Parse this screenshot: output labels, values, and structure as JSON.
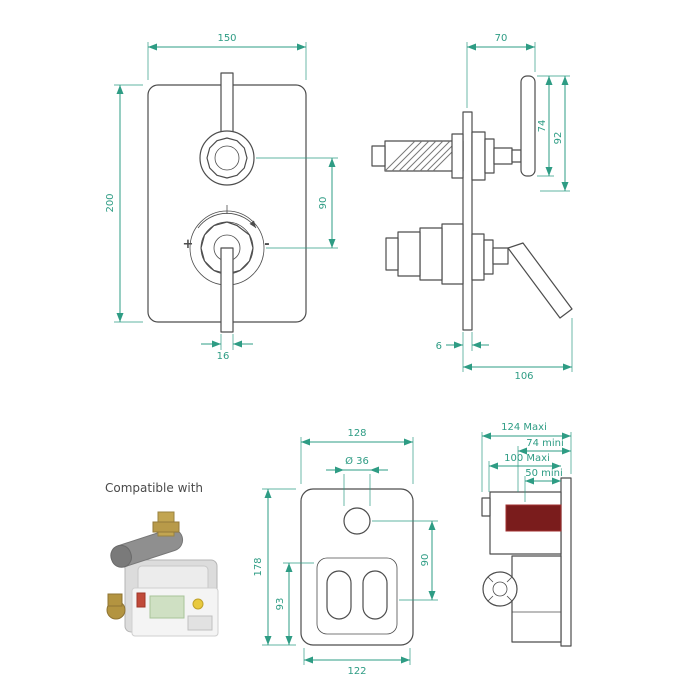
{
  "colors": {
    "dimension": "#2e9c84",
    "drawing": "#4d4d4d",
    "red_block": "#7a1c1c"
  },
  "front_view": {
    "width": "150",
    "height": "200",
    "spacing": "90",
    "lever_width": "16",
    "plus": "+",
    "minus": "-"
  },
  "side_view": {
    "projection": "70",
    "lever": "74",
    "height": "92",
    "plate": "6",
    "depth": "106"
  },
  "compatible": {
    "label": "Compatible with"
  },
  "box_front": {
    "width": "128",
    "hole": "Ø 36",
    "height": "178",
    "inner_height": "93",
    "hole_offset": "90",
    "bottom_width": "122"
  },
  "box_side": {
    "depth_max": "124  Maxi",
    "depth_min": "74 mini",
    "embed_max": "100  Maxi",
    "embed_min": "50 mini"
  }
}
